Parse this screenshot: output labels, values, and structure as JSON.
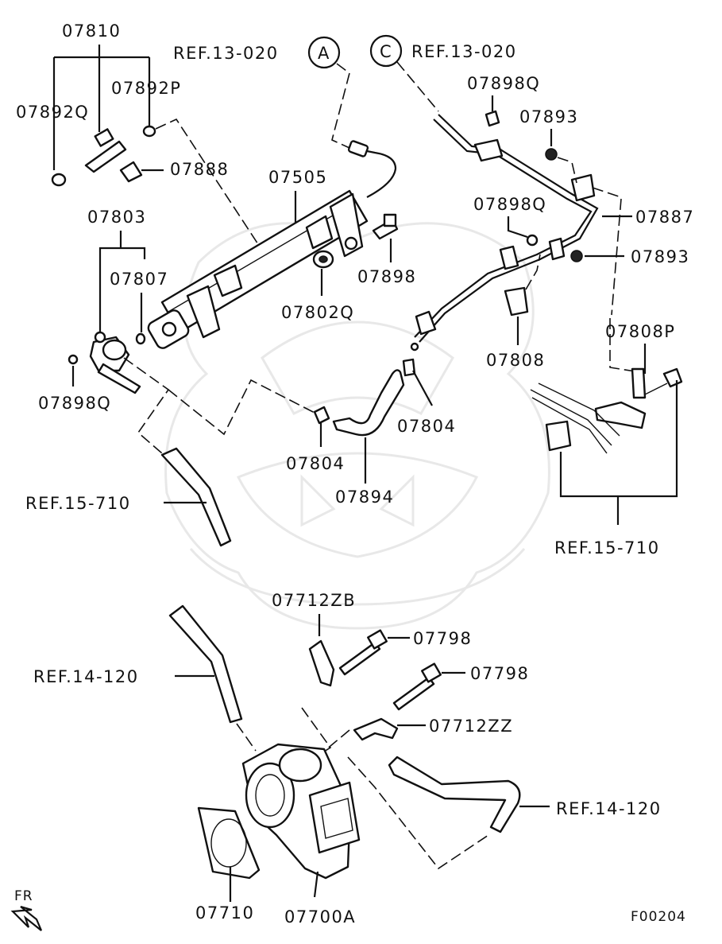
{
  "labels": {
    "l07810": "07810",
    "l07892P": "07892P",
    "l07892Q": "07892Q",
    "l07888": "07888",
    "lRefA": "REF.13-020",
    "lA": "A",
    "lC": "C",
    "lRefC": "REF.13-020",
    "l07898Q_top": "07898Q",
    "l07893_top": "07893",
    "l07505": "07505",
    "l07803": "07803",
    "l07898Q_mid": "07898Q",
    "l07887": "07887",
    "l07893_mid": "07893",
    "l07807": "07807",
    "l07898": "07898",
    "l07802Q": "07802Q",
    "l07808P": "07808P",
    "l07808": "07808",
    "l07898Q_left": "07898Q",
    "l07804_right": "07804",
    "l07804_left": "07804",
    "l07894": "07894",
    "lRef15_left": "REF.15-710",
    "lRef15_right": "REF.15-710",
    "l07712ZB": "07712ZB",
    "l07798_a": "07798",
    "l07798_b": "07798",
    "lRef14_left": "REF.14-120",
    "l07712ZZ": "07712ZZ",
    "lRef14_right": "REF.14-120",
    "l07710": "07710",
    "l07700A": "07700A",
    "lFR": "FR",
    "lFig": "F00204"
  },
  "icons": {
    "fr_arrow": "front-direction-arrow-icon"
  }
}
